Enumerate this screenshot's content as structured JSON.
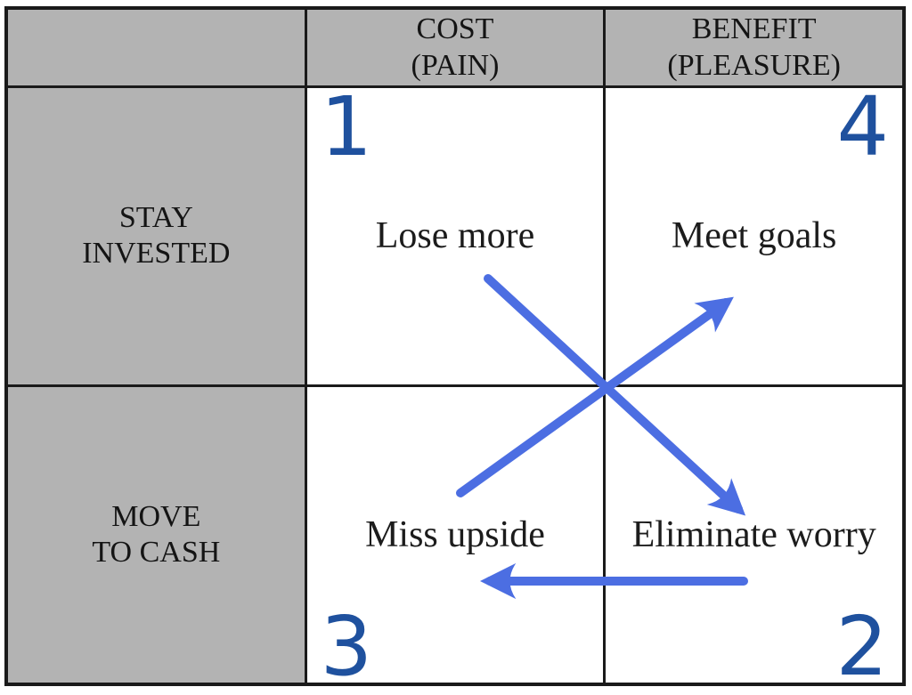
{
  "colors": {
    "header_bg": "#b3b3b3",
    "grid_border": "#1a1a1a",
    "label_text": "#1c1c1c",
    "number_blue": "#1f519e",
    "arrow_blue": "#4c6ee2"
  },
  "matrix": {
    "column_headers": [
      {
        "lines": [
          "COST",
          "(PAIN)"
        ]
      },
      {
        "lines": [
          "BENEFIT",
          "(PLEASURE)"
        ]
      }
    ],
    "row_headers": [
      {
        "lines": [
          "STAY",
          "INVESTED"
        ]
      },
      {
        "lines": [
          "MOVE",
          "TO CASH"
        ]
      }
    ],
    "quadrants": [
      {
        "number": "1",
        "label": "Lose more",
        "row": "STAY INVESTED",
        "column": "COST (PAIN)",
        "number_position": "top-left"
      },
      {
        "number": "4",
        "label": "Meet goals",
        "row": "STAY INVESTED",
        "column": "BENEFIT (PLEASURE)",
        "number_position": "top-right"
      },
      {
        "number": "3",
        "label": "Miss upside",
        "row": "MOVE TO CASH",
        "column": "COST (PAIN)",
        "number_position": "bottom-left"
      },
      {
        "number": "2",
        "label": "Eliminate worry",
        "row": "MOVE TO CASH",
        "column": "BENEFIT (PLEASURE)",
        "number_position": "bottom-right"
      }
    ],
    "arrows": [
      {
        "from": "Lose more",
        "to": "Eliminate worry",
        "direction": "diagonal-down-right"
      },
      {
        "from": "Miss upside",
        "to": "Meet goals",
        "direction": "diagonal-up-right"
      },
      {
        "from": "Eliminate worry",
        "to": "Miss upside",
        "direction": "horizontal-left"
      }
    ]
  }
}
